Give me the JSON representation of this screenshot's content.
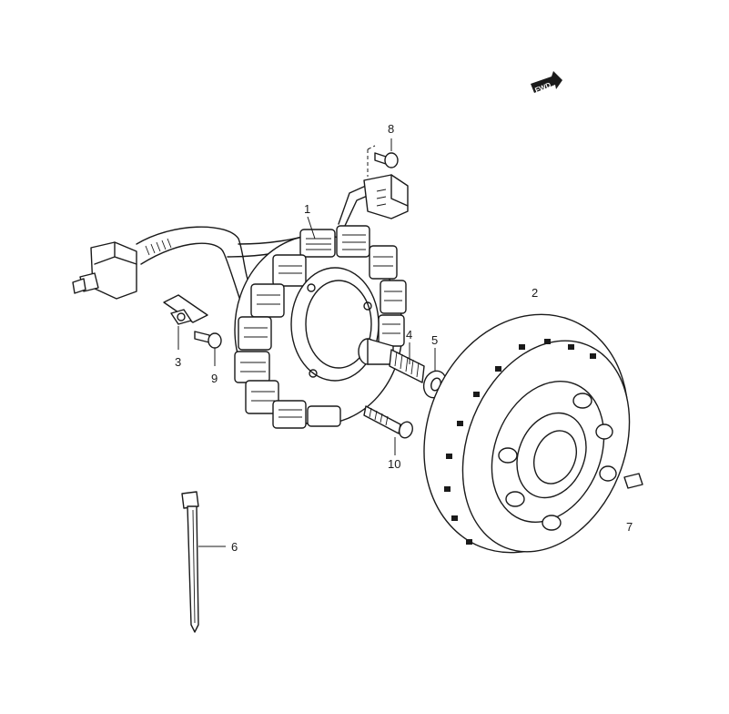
{
  "diagram": {
    "fwd_label": "FWD",
    "callouts": {
      "part_1": "1",
      "part_2": "2",
      "part_3": "3",
      "part_4": "4",
      "part_5": "5",
      "part_6": "6",
      "part_7": "7",
      "part_8": "8",
      "part_9": "9",
      "part_10": "10"
    }
  }
}
